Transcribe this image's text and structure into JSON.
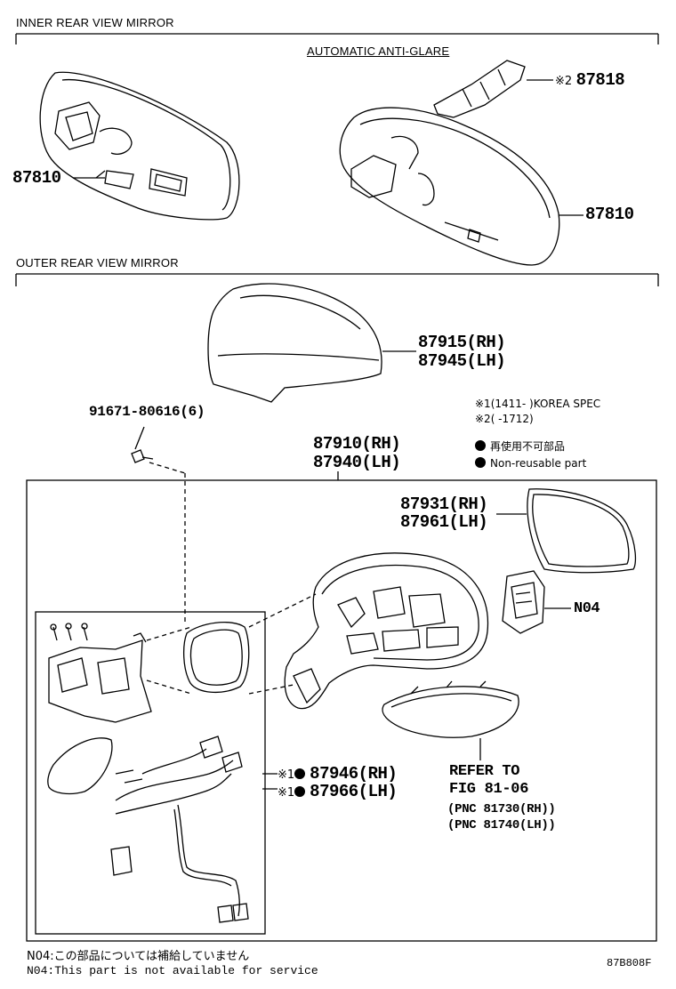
{
  "sections": {
    "inner": "INNER REAR VIEW MIRROR",
    "outer": "OUTER REAR VIEW MIRROR"
  },
  "inner_parts": {
    "auto_anti_glare": "AUTOMATIC ANTI-GLARE",
    "p87818_mark": "※2",
    "p87818": "87818",
    "p87810_left": "87810",
    "p87810_right": "87810"
  },
  "outer_parts": {
    "cover_rh": "87915(RH)",
    "cover_lh": "87945(LH)",
    "screw": "91671-80616(6)",
    "assy_rh": "87910(RH)",
    "assy_lh": "87940(LH)",
    "glass_rh": "87931(RH)",
    "glass_lh": "87961(LH)",
    "n04": "N04",
    "wire_rh_mark": "※1",
    "wire_rh": "87946(RH)",
    "wire_lh_mark": "※1",
    "wire_lh": "87966(LH)",
    "refer_1": "REFER TO",
    "refer_2": "FIG 81-06",
    "refer_3": "(PNC 81730(RH))",
    "refer_4": "(PNC 81740(LH))"
  },
  "legend": {
    "note1": "※1(1411-     )KOREA SPEC",
    "note2": "※2(      -1712)",
    "jp": "再使用不可部品",
    "en": "Non-reusable part"
  },
  "footer": {
    "jp": "N04:この部品については補給していません",
    "en": "N04:This part is not available for service",
    "code": "87B808F"
  }
}
